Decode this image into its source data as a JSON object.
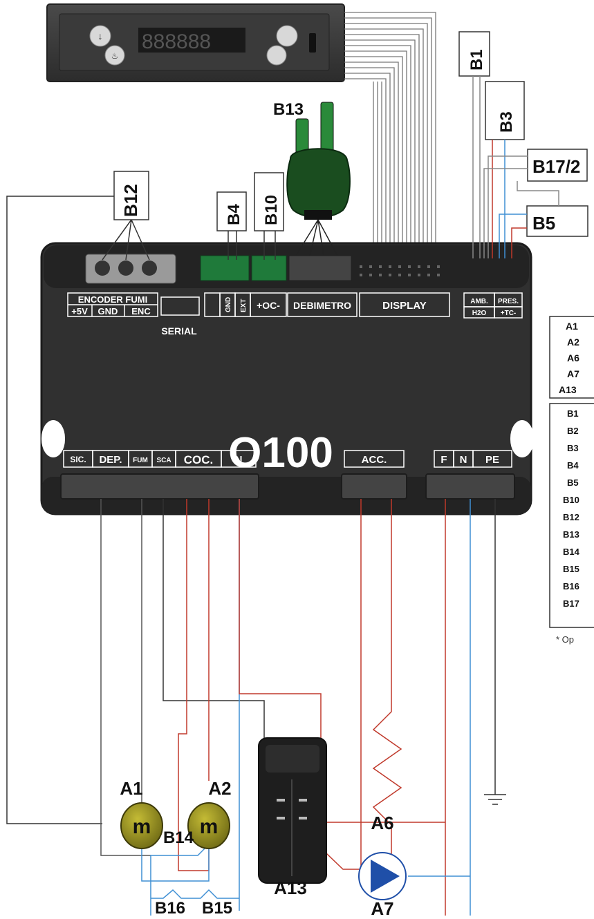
{
  "board": {
    "model": "O100"
  },
  "labels": {
    "b1": "B1",
    "b3": "B3",
    "b17_2": "B17/2",
    "b5": "B5",
    "b12": "B12",
    "b4": "B4",
    "b10": "B10",
    "b13": "B13",
    "a1": "A1",
    "a2": "A2",
    "a6": "A6",
    "a7": "A7",
    "a13": "A13",
    "b14": "B14",
    "b15": "B15",
    "b16": "B16"
  },
  "connectors_top": {
    "encoder_fumi": "ENCODER FUMI",
    "p5v": "+5V",
    "gnd": "GND",
    "enc": "ENC",
    "serial": "SERIAL",
    "gnd_v": "GND",
    "ext_v": "EXT",
    "oc": "+OC-",
    "debimetro": "DEBIMETRO",
    "display": "DISPLAY",
    "amb": "AMB.",
    "pres": "PRES.",
    "h2o": "H2O",
    "tc": "+TC-"
  },
  "connectors_bottom": {
    "sic": "SIC.",
    "dep": "DEP.",
    "fum": "FUM",
    "sca": "SCA",
    "coc": "COC.",
    "n": "N",
    "acc": "ACC.",
    "f": "F",
    "n2": "N",
    "pe": "PE"
  },
  "legend": {
    "group_a": [
      "A1",
      "A2",
      "A6",
      "A7",
      "A13"
    ],
    "group_b": [
      "B1",
      "B2",
      "B3",
      "B4",
      "B5",
      "B10",
      "B12",
      "B13",
      "B14",
      "B15",
      "B16",
      "B17"
    ],
    "note": "* Op"
  },
  "colors": {
    "board": "#333333",
    "board_edge": "#1c1c1c",
    "text_white": "#ffffff",
    "wire_red": "#c0392b",
    "wire_blue": "#3f8fd4",
    "wire_gray": "#555555",
    "terminal_green": "#1f7a3a",
    "motor": "#9c9420",
    "pump": "#1f4fa8",
    "sensor_green": "#1a4d1f"
  }
}
